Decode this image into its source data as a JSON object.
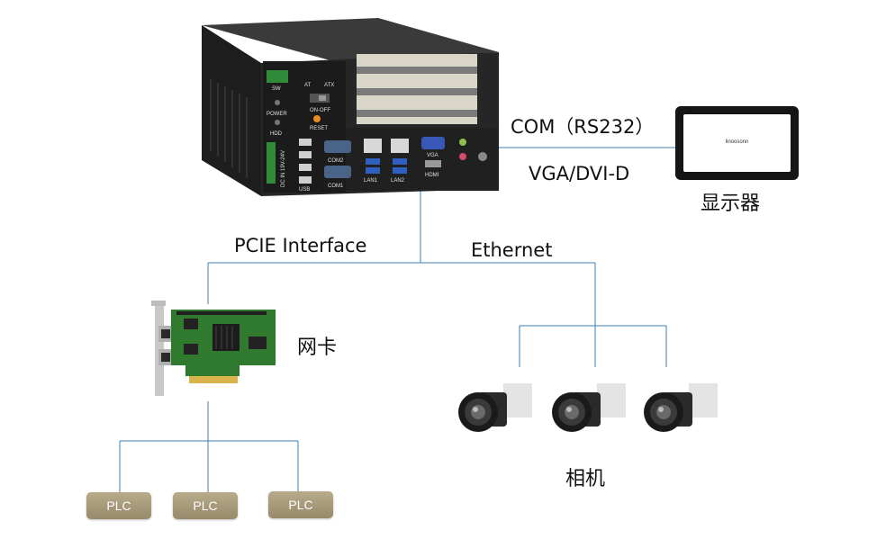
{
  "labels": {
    "com": "COM（RS232）",
    "vga": "VGA/DVI-D",
    "monitor": "显示器",
    "pcie": "PCIE Interface",
    "ethernet": "Ethernet",
    "nic": "网卡",
    "camera": "相机",
    "monitor_screen_text": "linoosonn"
  },
  "pc_panel": {
    "sw": "SW",
    "at": "AT",
    "atx": "ATX",
    "power": "POWER",
    "on_off": "ON-OFF",
    "hdd": "HDD",
    "reset": "RESET",
    "com2": "COM2",
    "com1": "COM1",
    "usb": "USB",
    "lan1": "LAN1",
    "lan2": "LAN2",
    "vga": "VGA",
    "hdmi": "HDMI",
    "dc_in": "DC IN 19V-24V"
  },
  "plc_items": [
    "PLC",
    "PLC",
    "PLC"
  ],
  "colors": {
    "line": "#3a80b8",
    "plc_top": "#b8ab8c",
    "plc_bottom": "#978a6b",
    "chassis": "#2a2a2a",
    "pcb_green": "#2f7a2f"
  }
}
